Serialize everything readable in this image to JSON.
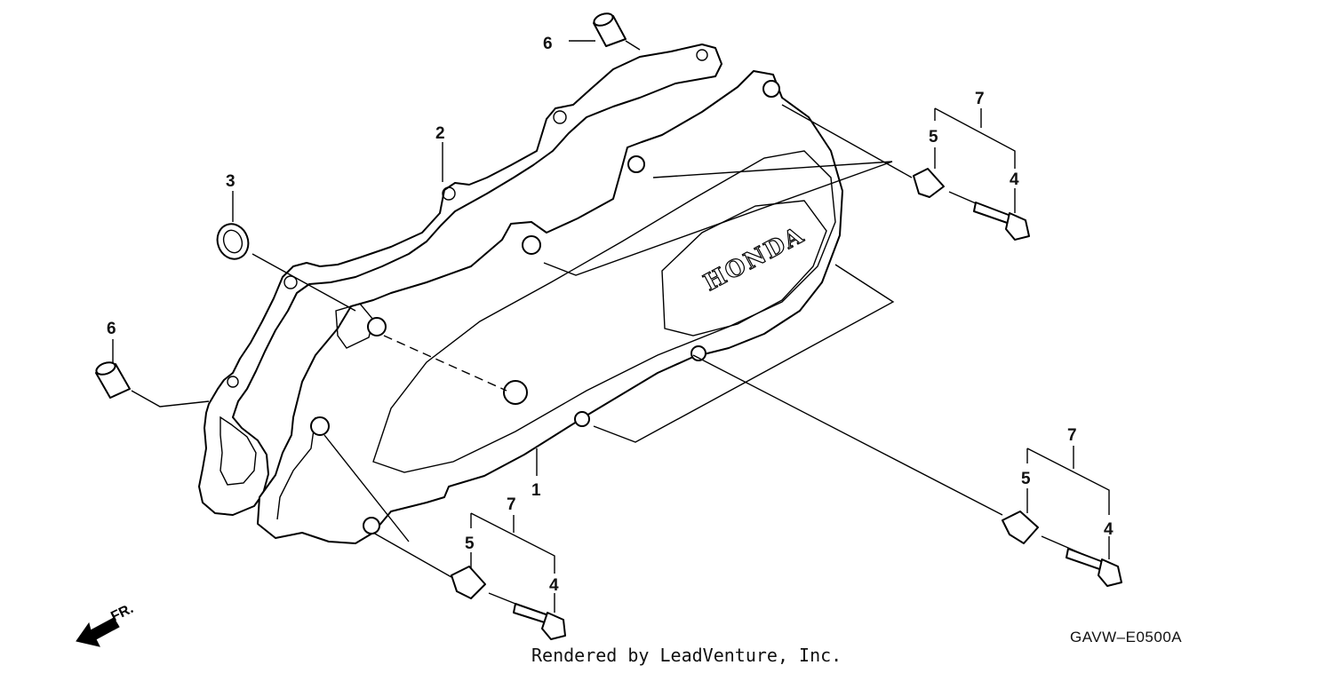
{
  "diagram": {
    "callouts": {
      "p1": "1",
      "p2": "2",
      "p3": "3",
      "p4a": "4",
      "p4b": "4",
      "p4c": "4",
      "p5a": "5",
      "p5b": "5",
      "p5c": "5",
      "p6a": "6",
      "p6b": "6",
      "p7a": "7",
      "p7b": "7",
      "p7c": "7"
    },
    "brand_logo": "HONDA",
    "direction_label": "FR.",
    "diagram_code": "GAVW–E0500A",
    "credit": "Rendered by LeadVenture, Inc."
  }
}
